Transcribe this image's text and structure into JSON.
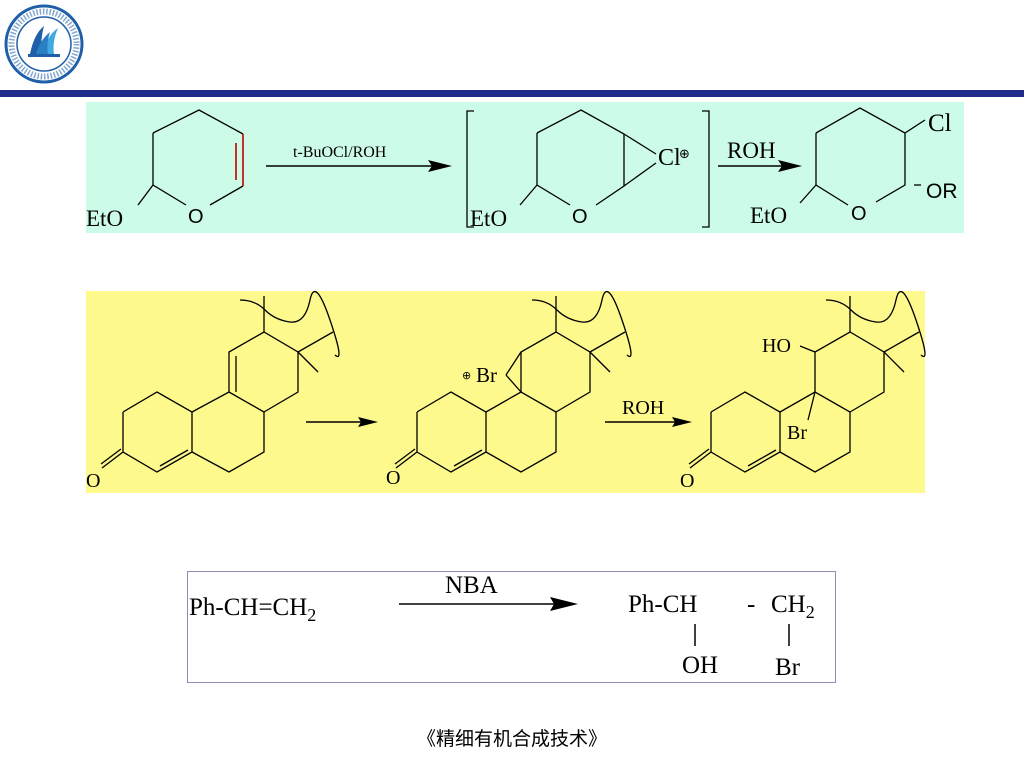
{
  "logo": {
    "ring_text_top": "常州工程职业技术学院",
    "ring_text_bottom": "institute of light industry technology",
    "primary_color": "#1f5fa8"
  },
  "scheme1": {
    "reactant_label": "EtO",
    "ring_o": "O",
    "reagent": "t-BuOCl/ROH",
    "intermediate_eto": "EtO",
    "intermediate_o": "O",
    "intermediate_cl": "Cl",
    "intermediate_charge": "⊕",
    "step2_reagent": "ROH",
    "product_cl": "Cl",
    "product_or": "OR",
    "product_eto": "EtO",
    "product_o": "O",
    "double_bond_color": "#c00000"
  },
  "scheme2": {
    "reactant_o": "O",
    "intermediate_o": "O",
    "intermediate_br": "Br",
    "intermediate_charge": "⊕",
    "reagent": "ROH",
    "product_o": "O",
    "product_ho": "HO",
    "product_br": "Br"
  },
  "scheme3": {
    "reactant": "Ph-CH=CH",
    "reactant_sub": "2",
    "reagent": "NBA",
    "product_left": "Ph-CH",
    "product_dash": "-",
    "product_right": "CH",
    "product_right_sub": "2",
    "product_oh": "OH",
    "product_br": "Br"
  },
  "footer": {
    "title": "《精细有机合成技术》"
  }
}
